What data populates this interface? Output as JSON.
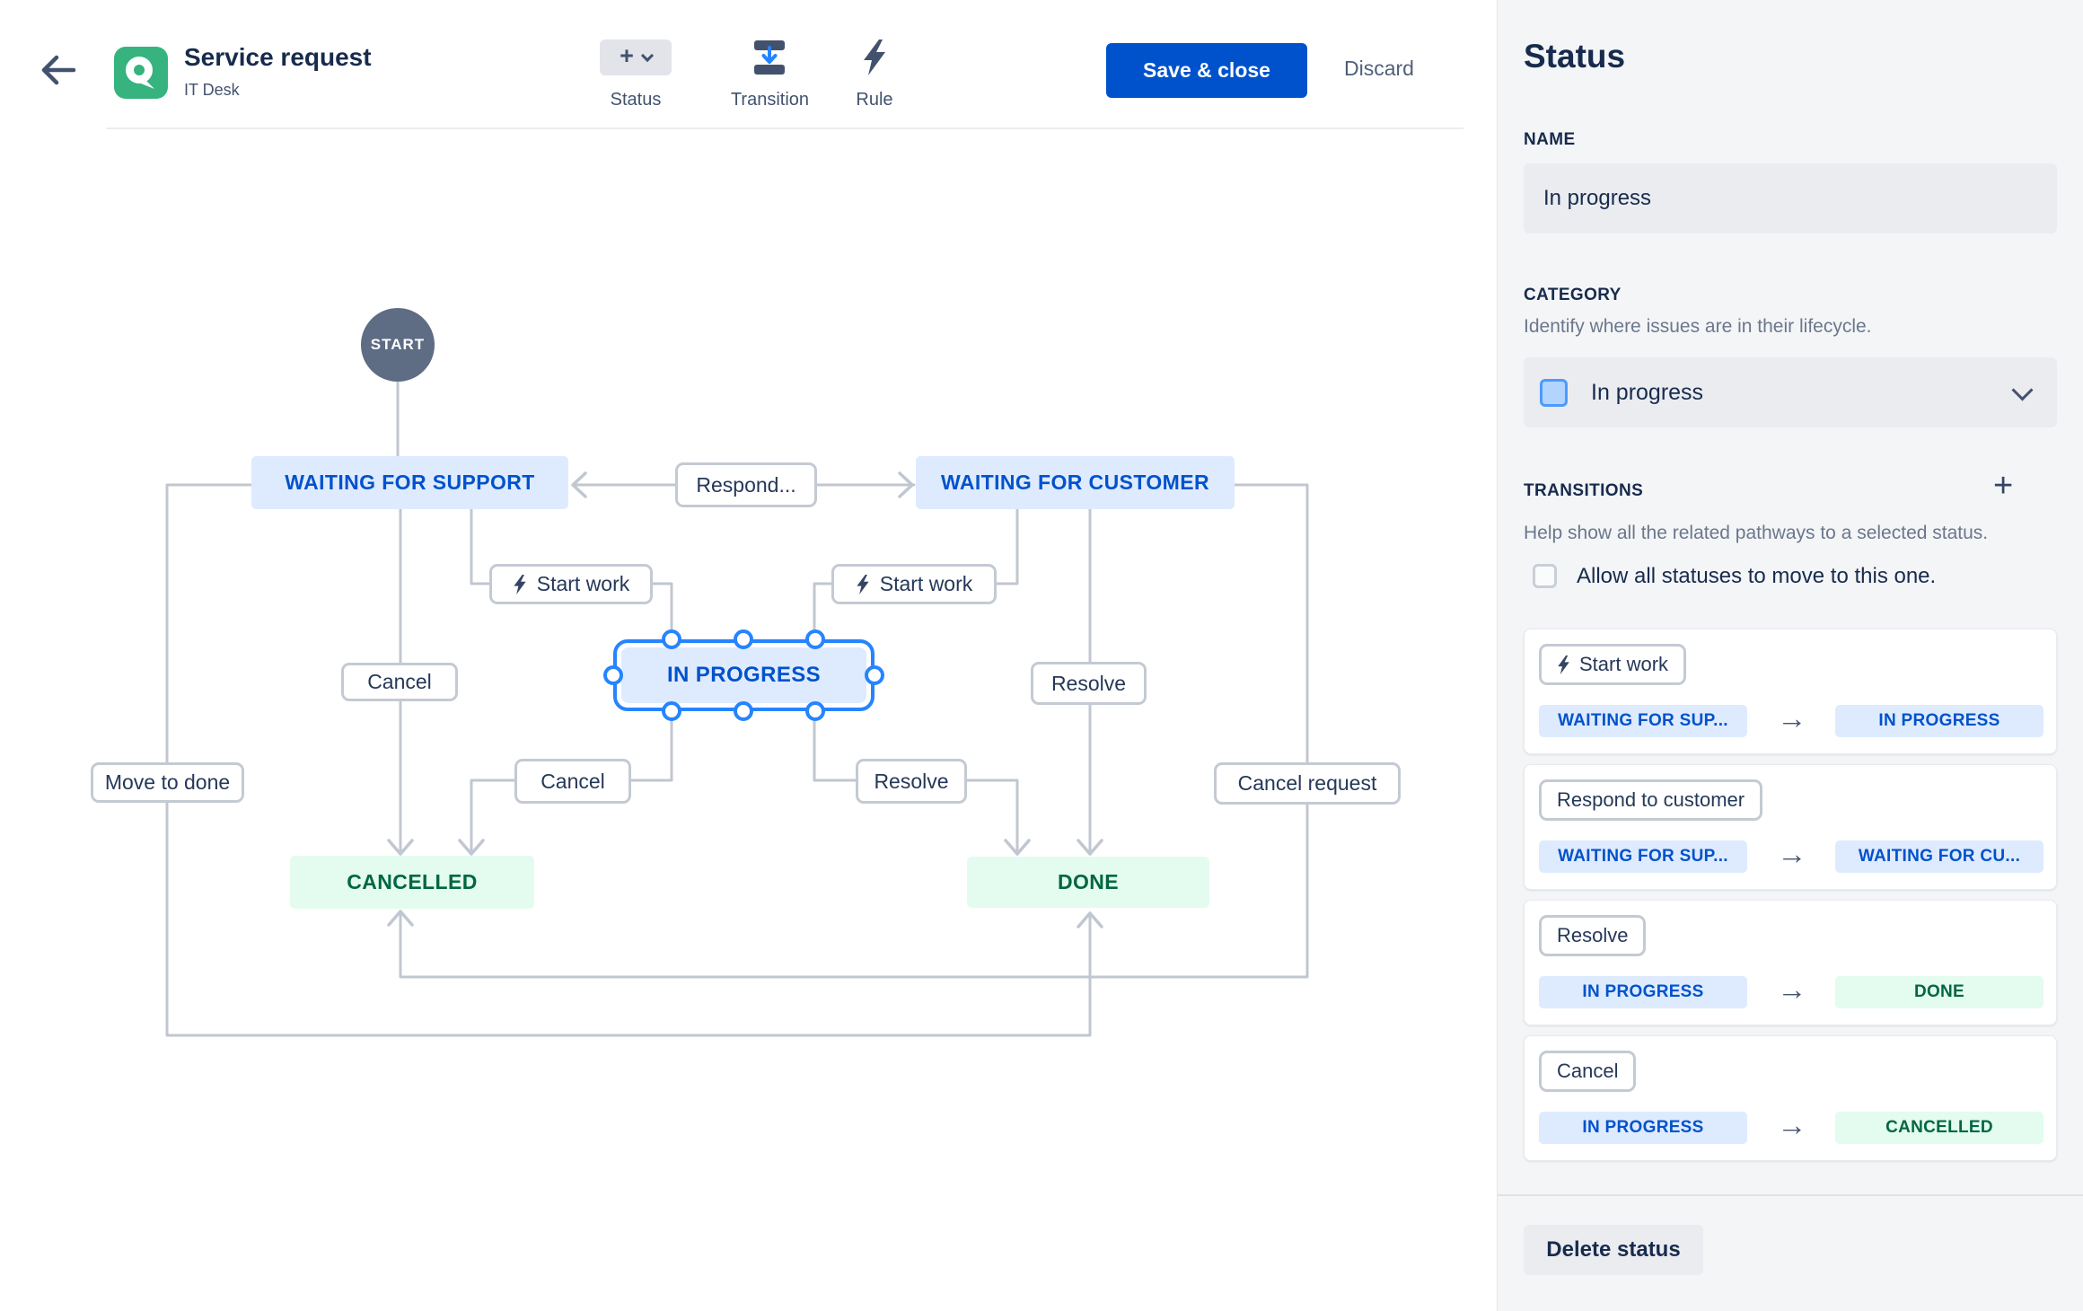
{
  "header": {
    "title": "Service request",
    "subtitle": "IT Desk",
    "tools": {
      "status": "Status",
      "transition": "Transition",
      "rule": "Rule"
    },
    "save": "Save & close",
    "discard": "Discard"
  },
  "canvas": {
    "nodes": {
      "start": "START",
      "waiting_for_support": "WAITING FOR SUPPORT",
      "waiting_for_customer": "WAITING FOR CUSTOMER",
      "in_progress": "IN PROGRESS",
      "cancelled": "CANCELLED",
      "done": "DONE"
    },
    "transitions": {
      "respond": "Respond...",
      "start_work_left": "Start work",
      "start_work_right": "Start work",
      "cancel_from_support": "Cancel",
      "resolve_from_customer": "Resolve",
      "move_to_done": "Move to done",
      "cancel_from_in_progress": "Cancel",
      "resolve_from_in_progress": "Resolve",
      "cancel_request": "Cancel request"
    }
  },
  "panel": {
    "title": "Status",
    "name_label": "NAME",
    "name_value": "In progress",
    "category_label": "CATEGORY",
    "category_help": "Identify where issues are in their lifecycle.",
    "category_value": "In progress",
    "transitions_label": "TRANSITIONS",
    "transitions_help": "Help show all the related pathways to a selected status.",
    "allow_all_label": "Allow all statuses to move to this one.",
    "cards": [
      {
        "name": "Start work",
        "from": "WAITING FOR SUP...",
        "to": "IN PROGRESS"
      },
      {
        "name": "Respond to customer",
        "from": "WAITING FOR SUP...",
        "to": "WAITING FOR CU..."
      },
      {
        "name": "Resolve",
        "from": "IN PROGRESS",
        "to": "DONE"
      },
      {
        "name": "Cancel",
        "from": "IN PROGRESS",
        "to": "CANCELLED"
      }
    ],
    "delete_label": "Delete status"
  },
  "colors": {
    "accent_blue": "#0052CC",
    "selection_blue": "#2684FF",
    "node_blue_bg": "#DEEBFF",
    "node_green_bg": "#E3FCEF",
    "green_text": "#006644",
    "connector_gray": "#C1C7D0",
    "panel_bg": "#F4F5F7",
    "field_bg": "#EBECF0",
    "app_icon_green": "#36B37E"
  }
}
